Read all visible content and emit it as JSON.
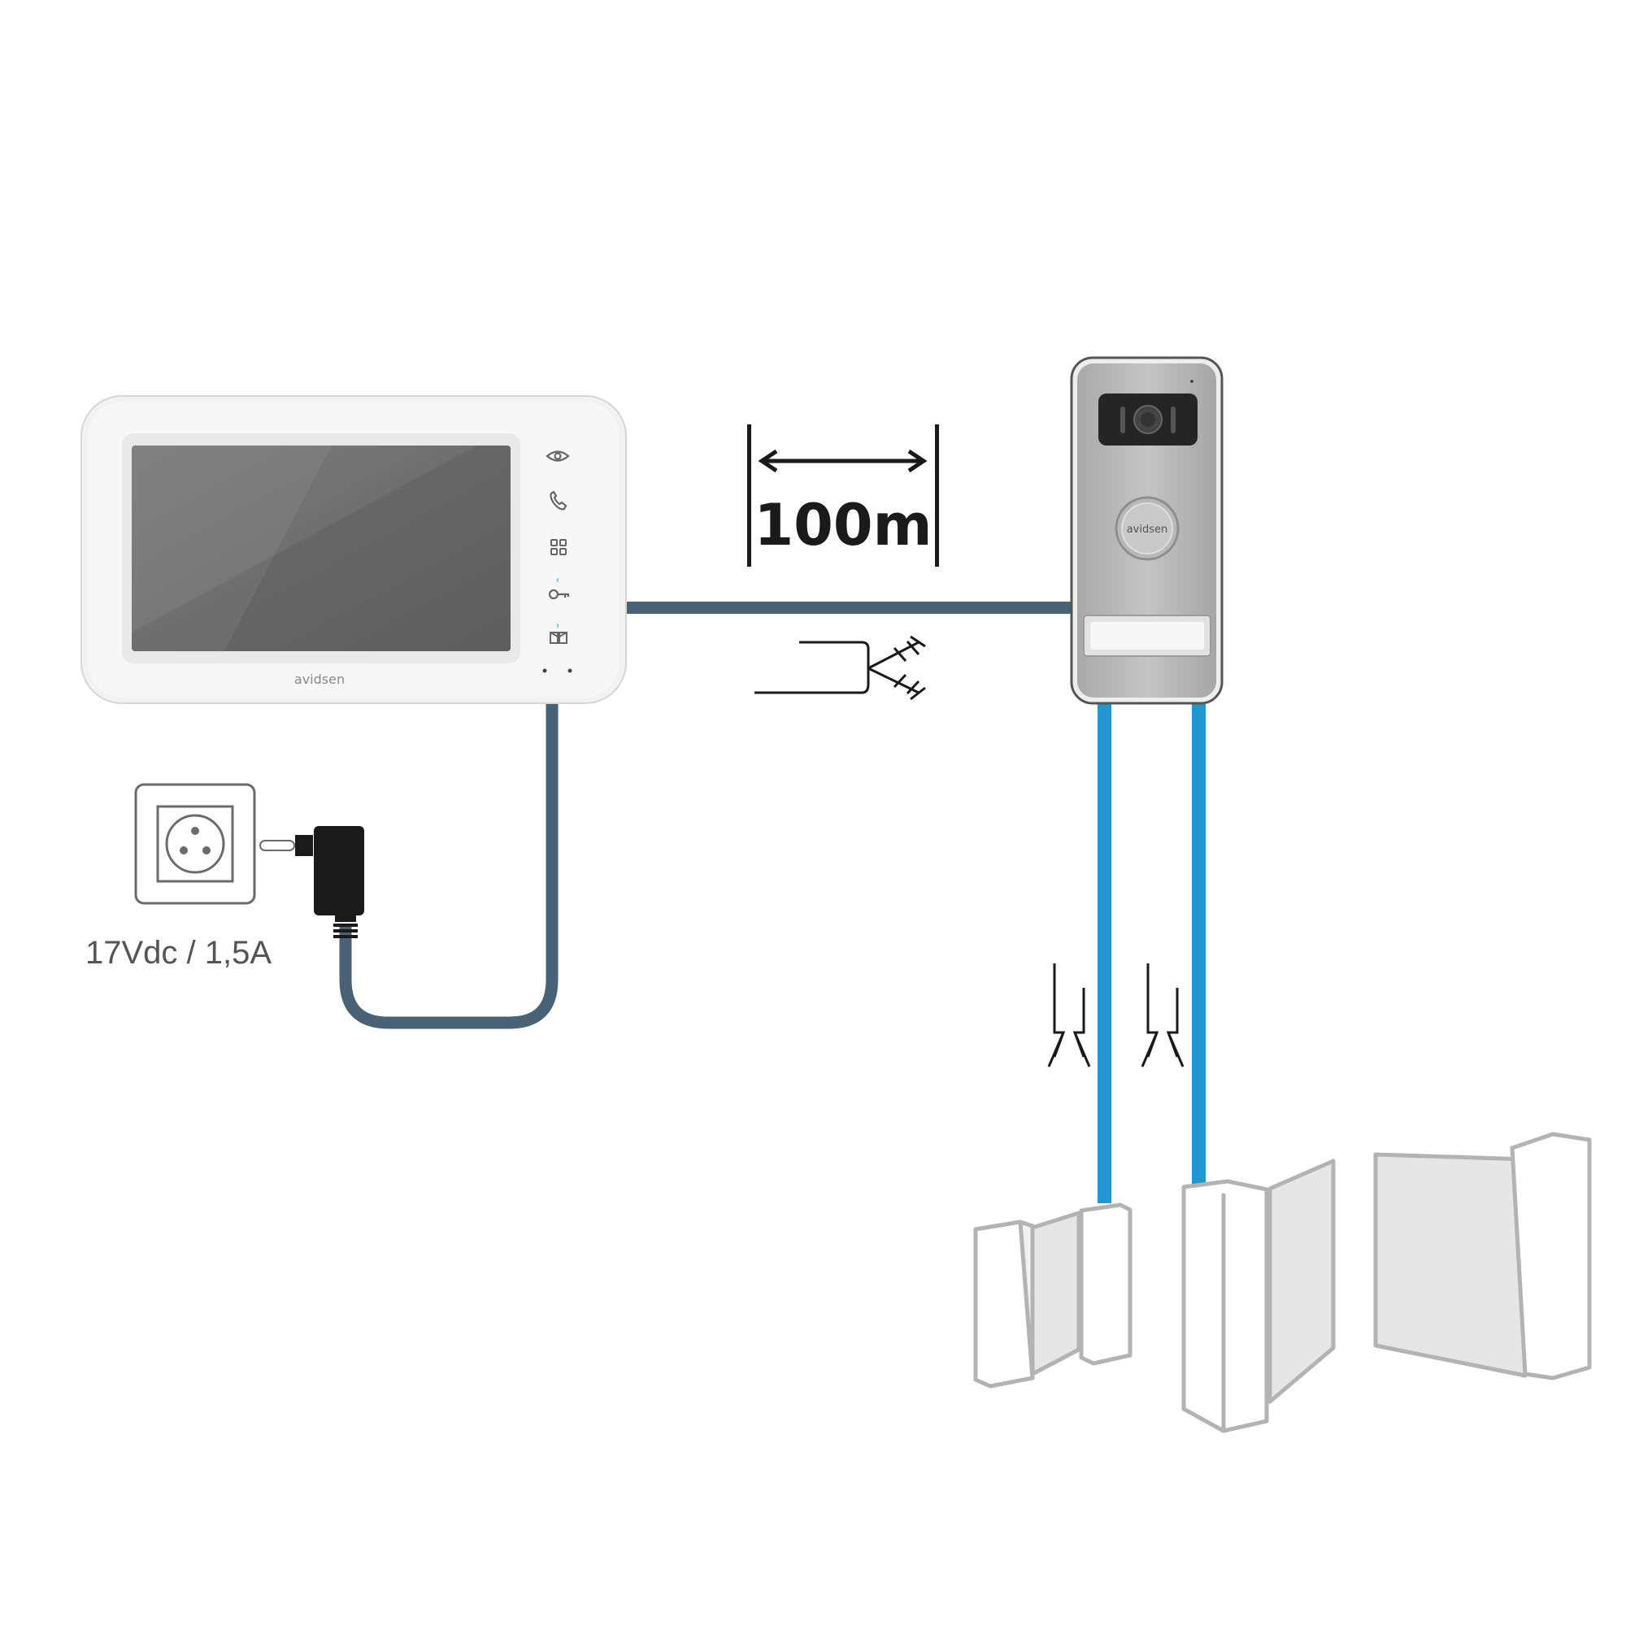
{
  "distance": {
    "label": "100m"
  },
  "power_supply": {
    "label": "17Vdc / 1,5A"
  },
  "monitor": {
    "brand": "avidsen",
    "buttons": [
      "eye-icon",
      "phone-icon",
      "menu-grid-icon",
      "key-icon",
      "gate-icon"
    ]
  },
  "outdoor_station": {
    "brand": "avidsen"
  },
  "colors": {
    "bus_cable": "#4a6275",
    "accessory_cable": "#2196cf",
    "gate_outline": "#b3b3b3",
    "monitor_screen": "#6f6f6f",
    "station_panel": "#bdbdbd"
  }
}
